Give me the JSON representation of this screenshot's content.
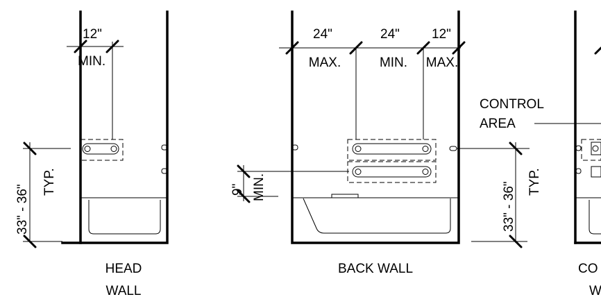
{
  "head_wall": {
    "dim_top_value": "12\"",
    "dim_top_note": "MIN.",
    "dim_side_value": "33\" - 36\"",
    "dim_side_note": "TYP.",
    "caption_line1": "HEAD",
    "caption_line2": "WALL"
  },
  "back_wall": {
    "dim_top_1_value": "24\"",
    "dim_top_1_note": "MAX.",
    "dim_top_2_value": "24\"",
    "dim_top_2_note": "MIN.",
    "dim_top_3_value": "12\"",
    "dim_top_3_note": "MAX.",
    "dim_left_value": "9\"",
    "dim_left_note": "MIN.",
    "dim_right_value": "33\" - 36\"",
    "dim_right_note": "TYP.",
    "caption": "BACK WALL"
  },
  "control_wall": {
    "area_label_line1": "CONTROL",
    "area_label_line2": "AREA",
    "caption_line1": "CO",
    "caption_line2": "W"
  }
}
